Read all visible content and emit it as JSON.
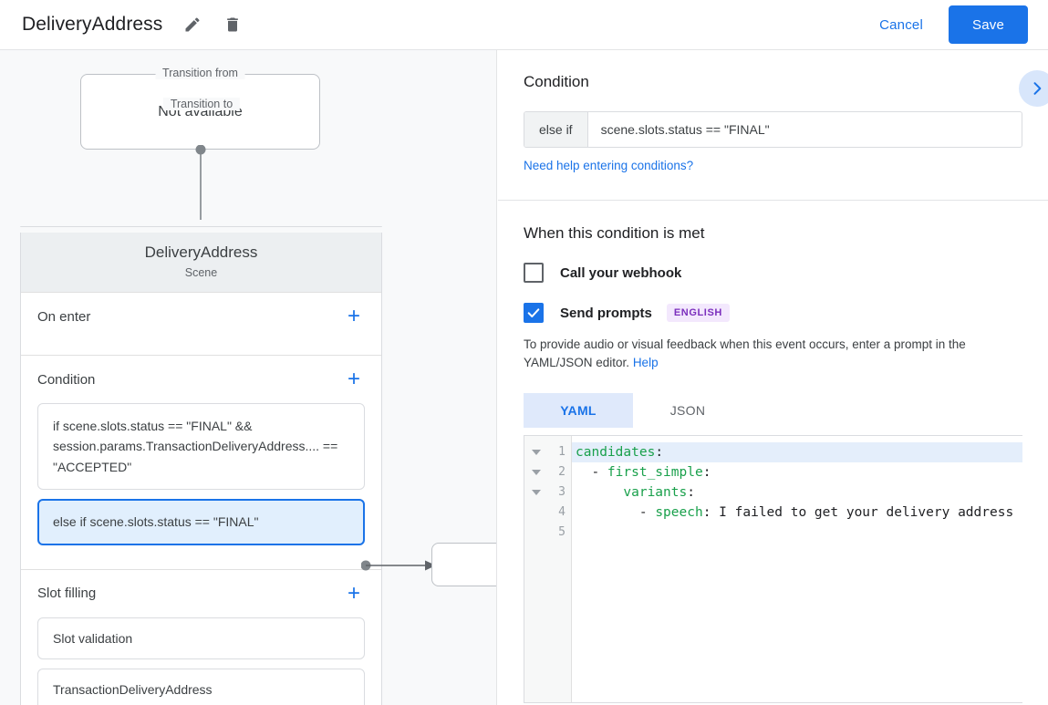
{
  "header": {
    "title": "DeliveryAddress",
    "edit_icon": "pencil-icon",
    "delete_icon": "trash-icon",
    "cancel_label": "Cancel",
    "save_label": "Save",
    "accent": "#1a73e8"
  },
  "canvas": {
    "transition_from": {
      "legend": "Transition from",
      "value": "Not available"
    },
    "transition_to": {
      "legend": "Transition to",
      "title": "DeliveryAddress",
      "subtitle": "Scene"
    },
    "sections": [
      {
        "title": "On enter",
        "add_label": "+",
        "items": []
      },
      {
        "title": "Condition",
        "add_label": "+",
        "items": [
          {
            "text": "if scene.slots.status == \"FINAL\" && session.params.TransactionDeliveryAddress.... == \"ACCEPTED\"",
            "selected": false
          },
          {
            "text": "else if scene.slots.status == \"FINAL\"",
            "selected": true
          }
        ]
      },
      {
        "title": "Slot filling",
        "add_label": "+",
        "items": [
          {
            "text": "Slot validation",
            "selected": false
          },
          {
            "text": "TransactionDeliveryAddress",
            "selected": false
          }
        ]
      }
    ]
  },
  "panel": {
    "expand_icon": "chevron-right-icon",
    "condition": {
      "heading": "Condition",
      "prefix": "else if",
      "expression": "scene.slots.status == \"FINAL\"",
      "help_link": "Need help entering conditions?"
    },
    "when_met": {
      "heading": "When this condition is met",
      "webhook": {
        "label": "Call your webhook",
        "checked": false
      },
      "prompts": {
        "label": "Send prompts",
        "checked": true,
        "badge": "ENGLISH"
      },
      "description": "To provide audio or visual feedback when this event occurs, enter a prompt in the YAML/JSON editor.",
      "description_link": "Help",
      "tabs": [
        {
          "label": "YAML",
          "active": true
        },
        {
          "label": "JSON",
          "active": false
        }
      ],
      "editor": {
        "lines": [
          {
            "num": "1",
            "fold": true,
            "highlight": true,
            "segments": [
              {
                "t": "candidates",
                "c": "k"
              },
              {
                "t": ":",
                "c": "p"
              }
            ]
          },
          {
            "num": "2",
            "fold": true,
            "highlight": false,
            "segments": [
              {
                "t": "  - ",
                "c": "p"
              },
              {
                "t": "first_simple",
                "c": "k"
              },
              {
                "t": ":",
                "c": "p"
              }
            ]
          },
          {
            "num": "3",
            "fold": true,
            "highlight": false,
            "segments": [
              {
                "t": "      ",
                "c": "p"
              },
              {
                "t": "variants",
                "c": "k"
              },
              {
                "t": ":",
                "c": "p"
              }
            ]
          },
          {
            "num": "4",
            "fold": false,
            "highlight": false,
            "segments": [
              {
                "t": "        - ",
                "c": "p"
              },
              {
                "t": "speech",
                "c": "k"
              },
              {
                "t": ": ",
                "c": "p"
              },
              {
                "t": "I failed to get your delivery address",
                "c": "v"
              }
            ]
          },
          {
            "num": "5",
            "fold": false,
            "highlight": false,
            "segments": []
          }
        ]
      }
    }
  }
}
